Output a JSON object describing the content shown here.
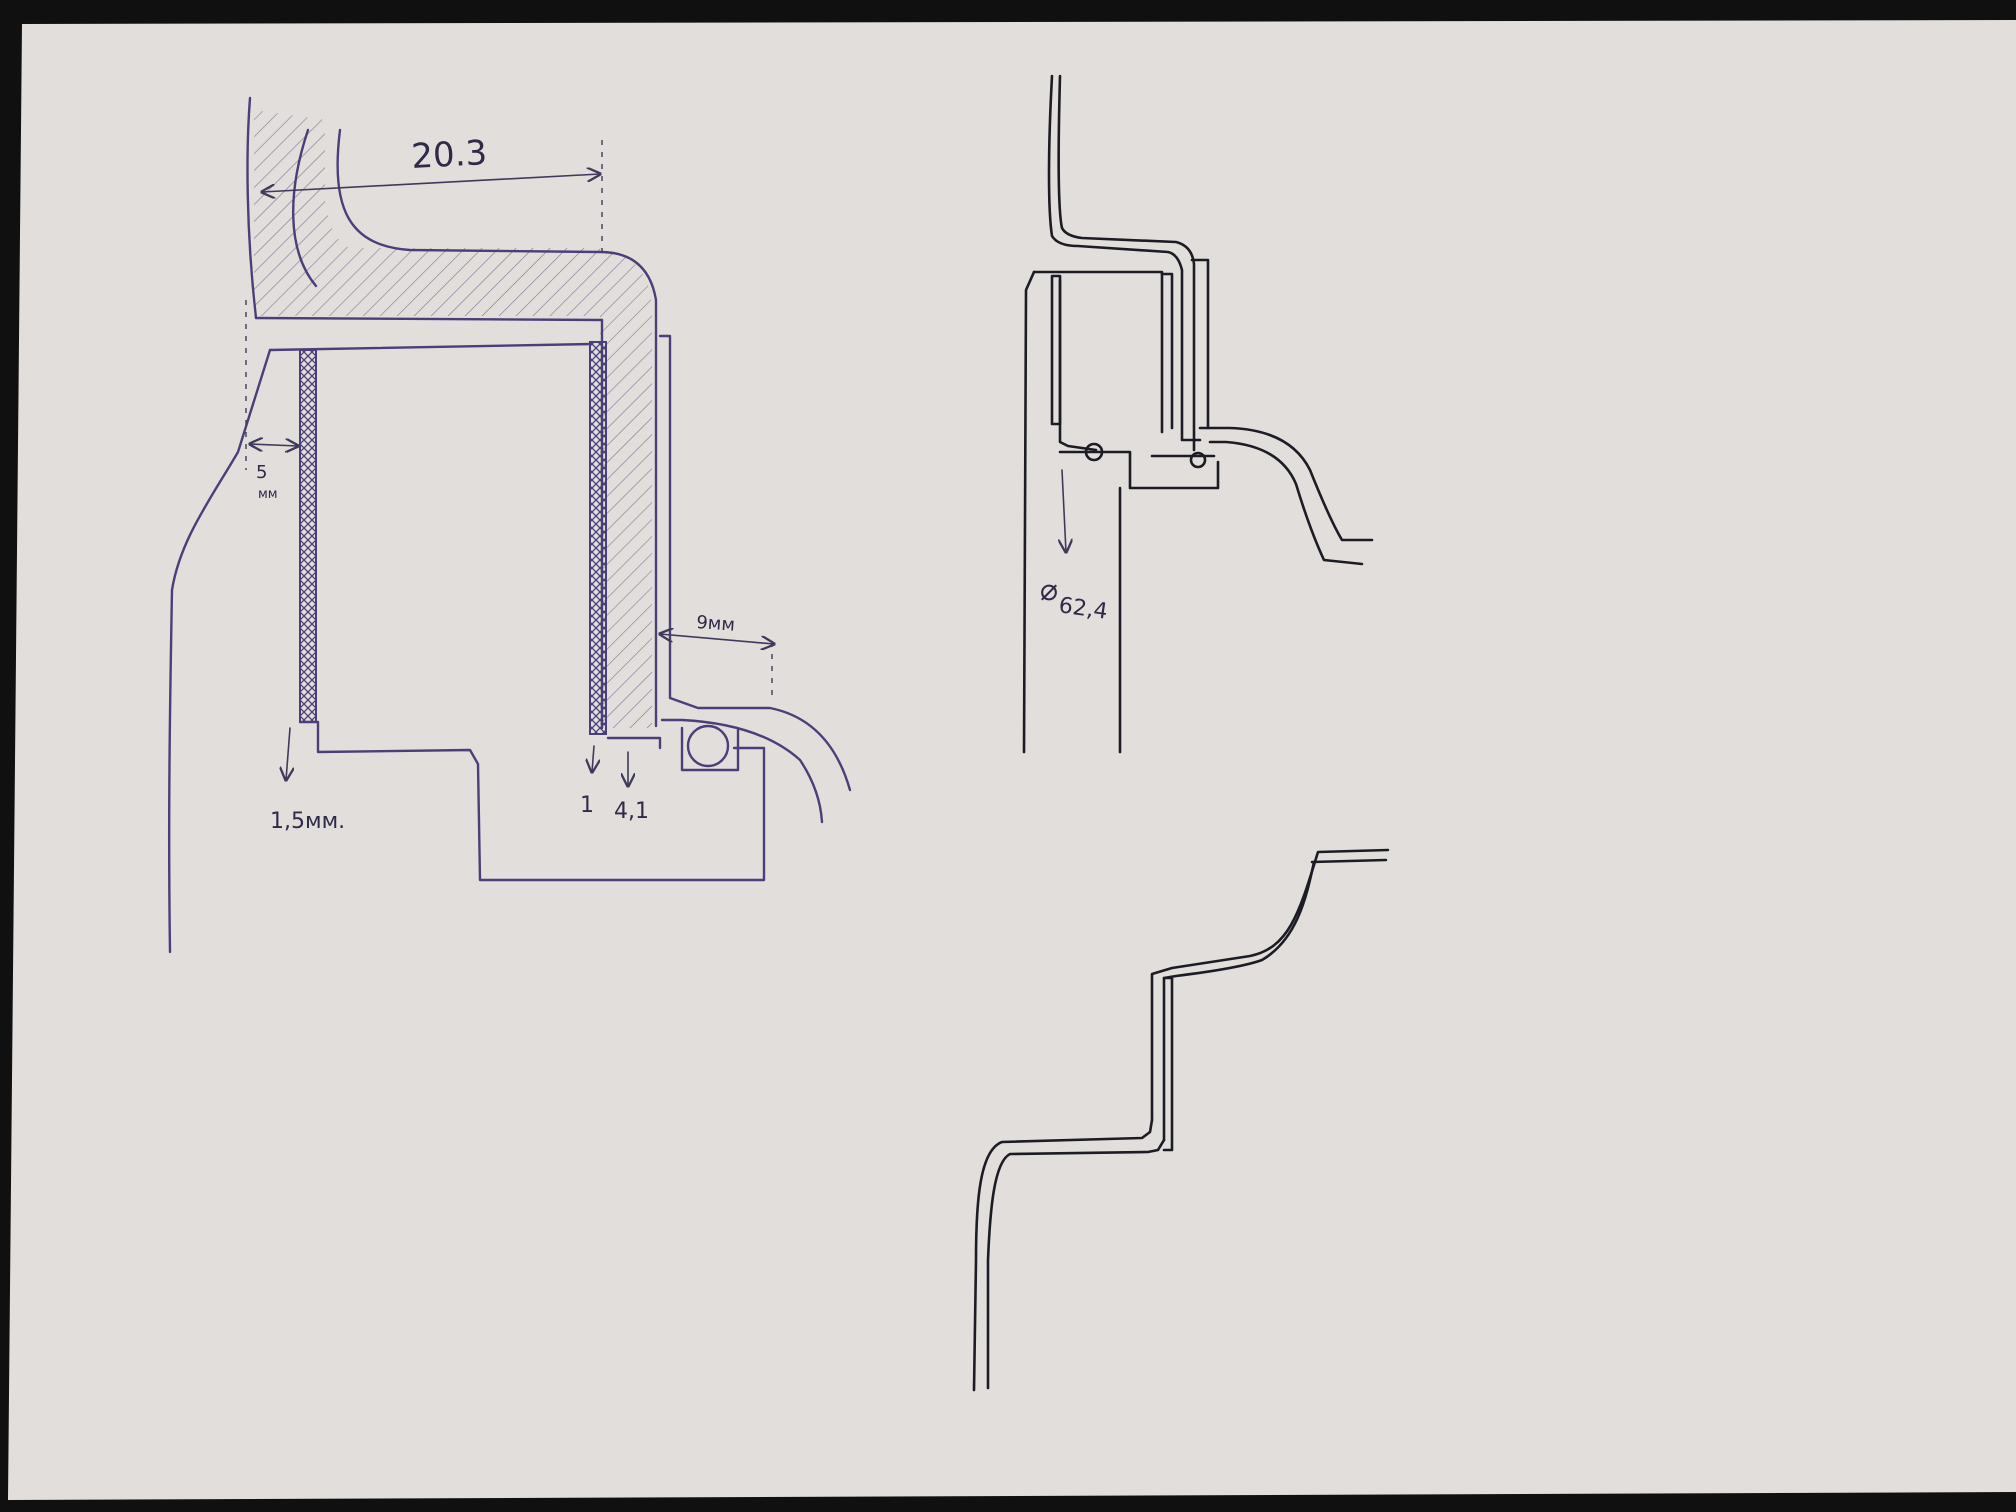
{
  "sheet": {
    "paper_color": "#e2dedb",
    "background_color": "#101010",
    "pen_color": "#4a3f78",
    "dark_pen_color": "#1c1c24"
  },
  "sketch_left": {
    "dim_top": "20.3",
    "dim_left_wall": "5",
    "dim_left_wall_unit": "мм",
    "dim_right_gap": "9мм",
    "dim_bottom_left": "1,5мм.",
    "dim_bottom_mid": "1",
    "dim_bottom_right": "4,1"
  },
  "sketch_right": {
    "dim_diameter_symbol": "⌀",
    "dim_diameter": "62,4"
  }
}
